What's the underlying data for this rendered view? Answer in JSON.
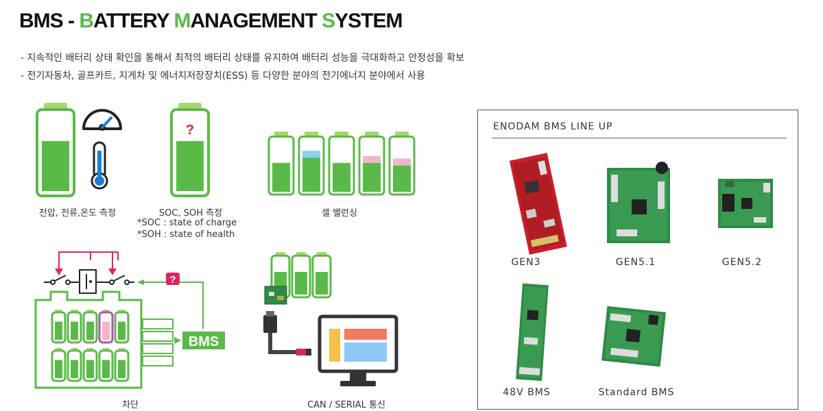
{
  "header": {
    "title_parts": [
      {
        "text": "BMS - ",
        "hl": false
      },
      {
        "text": "B",
        "hl": true
      },
      {
        "text": "ATTERY ",
        "hl": false
      },
      {
        "text": "M",
        "hl": true
      },
      {
        "text": "ANAGEMENT ",
        "hl": false
      },
      {
        "text": "S",
        "hl": true
      },
      {
        "text": "YSTEM",
        "hl": false
      }
    ]
  },
  "bullets": [
    "- 지속적인 배터리 상태 확인을 통해서 최적의 배터리 상태를 유지하여 배터리 성능을 극대화하고 안정성을 확보",
    "- 전기자동차, 골프카트, 지게차 및 에너지저장장치(ESS) 등 다양한 분야의 전기에너지 분야에서 사용"
  ],
  "features": {
    "measure": {
      "label": "전압, 전류,온도 측정",
      "icons": [
        "battery-icon",
        "gauge-icon",
        "thermometer-icon"
      ]
    },
    "soc": {
      "label": "SOC, SOH 측정",
      "note1": "*SOC : state of charge",
      "note2": "*SOH : state of health",
      "mark": "?"
    },
    "balance": {
      "label": "셀 밸런싱",
      "cells": [
        0.55,
        0.65,
        0.55,
        0.55,
        0.5
      ]
    },
    "cutoff": {
      "label": "차단",
      "bms_label": "BMS",
      "mark": "?"
    },
    "comm": {
      "label": "CAN / SERIAL 통신"
    }
  },
  "lineup": {
    "title": "ENODAM BMS LINE UP",
    "boards": [
      {
        "name": "GEN3"
      },
      {
        "name": "GEN5.1"
      },
      {
        "name": "GEN5.2"
      },
      {
        "name": "48V BMS"
      },
      {
        "name": "Standard BMS"
      }
    ]
  },
  "colors": {
    "green": "#5aba47",
    "green_light": "#a8d66c",
    "pink": "#e0245e",
    "red_pcb": "#c8202a",
    "green_pcb": "#2f8a45"
  }
}
